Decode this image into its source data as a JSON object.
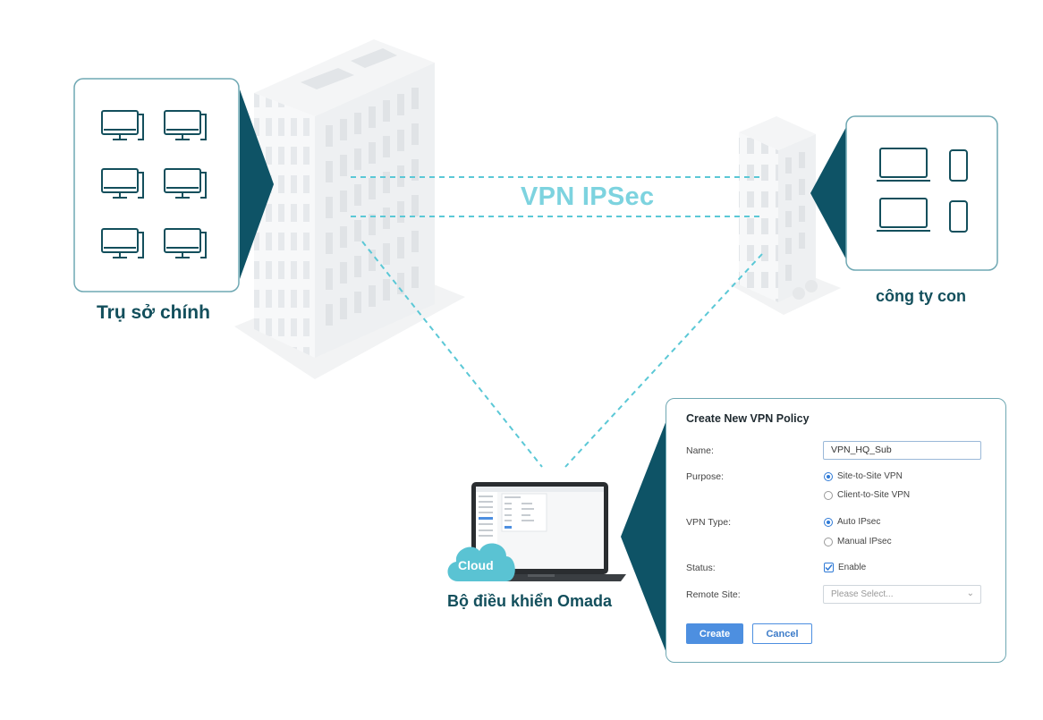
{
  "diagram": {
    "vpn_label": "VPN IPSec",
    "headquarters_label": "Trụ sở chính",
    "subsidiary_label": "công ty con",
    "controller_label": "Bộ điều khiển Omada",
    "cloud_label": "Cloud",
    "colors": {
      "teal_dark": "#0e5366",
      "vpn_line": "#5bc8d6",
      "panel_border": "#6fa8b3",
      "accent_blue": "#4d8fe0"
    }
  },
  "vpn_form": {
    "title": "Create New VPN Policy",
    "name_label": "Name:",
    "name_value": "VPN_HQ_Sub",
    "purpose_label": "Purpose:",
    "purpose_options": [
      "Site-to-Site VPN",
      "Client-to-Site VPN"
    ],
    "purpose_selected": "Site-to-Site VPN",
    "vpn_type_label": "VPN Type:",
    "vpn_type_options": [
      "Auto IPsec",
      "Manual IPsec"
    ],
    "vpn_type_selected": "Auto IPsec",
    "status_label": "Status:",
    "status_enable_label": "Enable",
    "status_enabled": true,
    "remote_site_label": "Remote Site:",
    "remote_site_placeholder": "Please Select...",
    "create_button": "Create",
    "cancel_button": "Cancel"
  }
}
